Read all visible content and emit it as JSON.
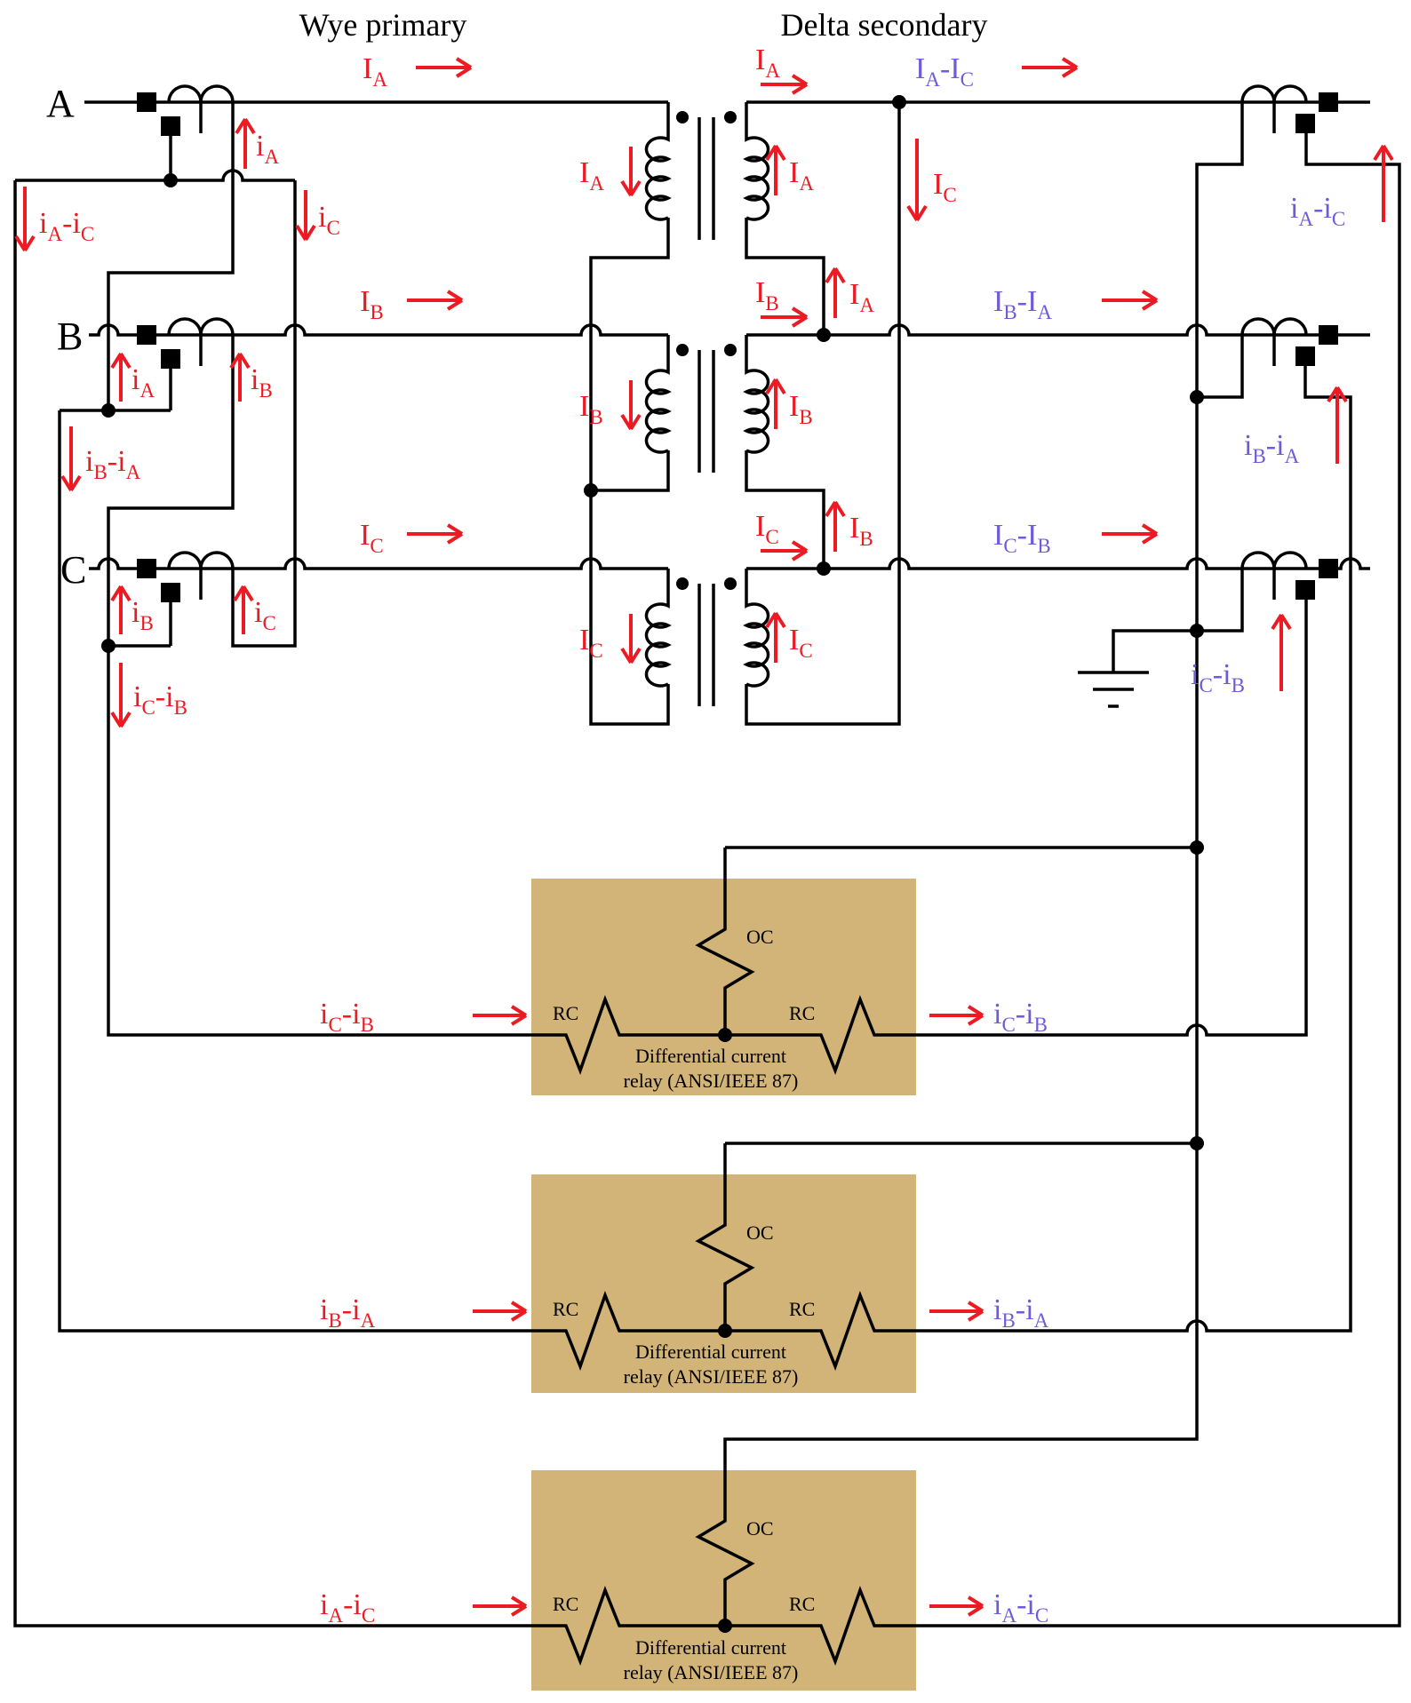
{
  "titles": {
    "wye": "Wye primary",
    "delta": "Delta secondary"
  },
  "phases": {
    "a": "A",
    "b": "B",
    "c": "C"
  },
  "colors": {
    "red": "#EC1B23",
    "purple": "#6D5BD8",
    "ink": "#000000",
    "relay_box": "#D2B478",
    "background": "#FFFFFF"
  },
  "relay": {
    "oc_label": "OC",
    "rc_label": "RC",
    "name_line1": "Differential current",
    "name_line2": "relay (ANSI/IEEE 87)"
  },
  "labels": {
    "ia_line_left": {
      "color": "red",
      "runs": [
        [
          "I",
          0
        ],
        [
          "A",
          1
        ]
      ]
    },
    "ia_line_mid": {
      "color": "red",
      "runs": [
        [
          "I",
          0
        ],
        [
          "A",
          1
        ]
      ]
    },
    "iaic_line_top": {
      "color": "purple",
      "runs": [
        [
          "I",
          0
        ],
        [
          "A",
          1
        ],
        [
          "-",
          0
        ],
        [
          "I",
          0
        ],
        [
          "C",
          1
        ]
      ]
    },
    "ib_line_left": {
      "color": "red",
      "runs": [
        [
          "I",
          0
        ],
        [
          "B",
          1
        ]
      ]
    },
    "ib_line_mid": {
      "color": "red",
      "runs": [
        [
          "I",
          0
        ],
        [
          "B",
          1
        ]
      ]
    },
    "ibia_line_top": {
      "color": "purple",
      "runs": [
        [
          "I",
          0
        ],
        [
          "B",
          1
        ],
        [
          "-",
          0
        ],
        [
          "I",
          0
        ],
        [
          "A",
          1
        ]
      ]
    },
    "ic_line_left": {
      "color": "red",
      "runs": [
        [
          "I",
          0
        ],
        [
          "C",
          1
        ]
      ]
    },
    "ic_line_mid": {
      "color": "red",
      "runs": [
        [
          "I",
          0
        ],
        [
          "C",
          1
        ]
      ]
    },
    "icib_line_top": {
      "color": "purple",
      "runs": [
        [
          "I",
          0
        ],
        [
          "C",
          1
        ],
        [
          "-",
          0
        ],
        [
          "I",
          0
        ],
        [
          "B",
          1
        ]
      ]
    },
    "t1_left_wind": {
      "color": "red",
      "runs": [
        [
          "I",
          0
        ],
        [
          "A",
          1
        ]
      ]
    },
    "t1_right_wind": {
      "color": "red",
      "runs": [
        [
          "I",
          0
        ],
        [
          "A",
          1
        ]
      ]
    },
    "t2_left_wind": {
      "color": "red",
      "runs": [
        [
          "I",
          0
        ],
        [
          "B",
          1
        ]
      ]
    },
    "t2_right_wind": {
      "color": "red",
      "runs": [
        [
          "I",
          0
        ],
        [
          "B",
          1
        ]
      ]
    },
    "t3_left_wind": {
      "color": "red",
      "runs": [
        [
          "I",
          0
        ],
        [
          "C",
          1
        ]
      ]
    },
    "t3_right_wind": {
      "color": "red",
      "runs": [
        [
          "I",
          0
        ],
        [
          "C",
          1
        ]
      ]
    },
    "delta_ia": {
      "color": "red",
      "runs": [
        [
          "I",
          0
        ],
        [
          "A",
          1
        ]
      ]
    },
    "delta_ib": {
      "color": "red",
      "runs": [
        [
          "I",
          0
        ],
        [
          "B",
          1
        ]
      ]
    },
    "delta_ic": {
      "color": "red",
      "runs": [
        [
          "I",
          0
        ],
        [
          "C",
          1
        ]
      ]
    },
    "cta_ia": {
      "color": "red",
      "runs": [
        [
          "i",
          0
        ],
        [
          "A",
          1
        ]
      ]
    },
    "cta_ic": {
      "color": "red",
      "runs": [
        [
          "i",
          0
        ],
        [
          "C",
          1
        ]
      ]
    },
    "cta_iaic": {
      "color": "red",
      "runs": [
        [
          "i",
          0
        ],
        [
          "A",
          1
        ],
        [
          "-",
          0
        ],
        [
          "i",
          0
        ],
        [
          "C",
          1
        ]
      ]
    },
    "ctb_ia": {
      "color": "red",
      "runs": [
        [
          "i",
          0
        ],
        [
          "A",
          1
        ]
      ]
    },
    "ctb_ib": {
      "color": "red",
      "runs": [
        [
          "i",
          0
        ],
        [
          "B",
          1
        ]
      ]
    },
    "ctb_ibia": {
      "color": "red",
      "runs": [
        [
          "i",
          0
        ],
        [
          "B",
          1
        ],
        [
          "-",
          0
        ],
        [
          "i",
          0
        ],
        [
          "A",
          1
        ]
      ]
    },
    "ctc_ib": {
      "color": "red",
      "runs": [
        [
          "i",
          0
        ],
        [
          "B",
          1
        ]
      ]
    },
    "ctc_ic": {
      "color": "red",
      "runs": [
        [
          "i",
          0
        ],
        [
          "C",
          1
        ]
      ]
    },
    "ctc_icib": {
      "color": "red",
      "runs": [
        [
          "i",
          0
        ],
        [
          "C",
          1
        ],
        [
          "-",
          0
        ],
        [
          "i",
          0
        ],
        [
          "B",
          1
        ]
      ]
    },
    "right_iaic": {
      "color": "purple",
      "runs": [
        [
          "i",
          0
        ],
        [
          "A",
          1
        ],
        [
          "-",
          0
        ],
        [
          "i",
          0
        ],
        [
          "C",
          1
        ]
      ]
    },
    "right_ibia": {
      "color": "purple",
      "runs": [
        [
          "i",
          0
        ],
        [
          "B",
          1
        ],
        [
          "-",
          0
        ],
        [
          "i",
          0
        ],
        [
          "A",
          1
        ]
      ]
    },
    "right_icib": {
      "color": "purple",
      "runs": [
        [
          "i",
          0
        ],
        [
          "C",
          1
        ],
        [
          "-",
          0
        ],
        [
          "i",
          0
        ],
        [
          "B",
          1
        ]
      ]
    },
    "r1_in": {
      "color": "red",
      "runs": [
        [
          "i",
          0
        ],
        [
          "C",
          1
        ],
        [
          "-",
          0
        ],
        [
          "i",
          0
        ],
        [
          "B",
          1
        ]
      ]
    },
    "r1_out": {
      "color": "purple",
      "runs": [
        [
          "i",
          0
        ],
        [
          "C",
          1
        ],
        [
          "-",
          0
        ],
        [
          "i",
          0
        ],
        [
          "B",
          1
        ]
      ]
    },
    "r2_in": {
      "color": "red",
      "runs": [
        [
          "i",
          0
        ],
        [
          "B",
          1
        ],
        [
          "-",
          0
        ],
        [
          "i",
          0
        ],
        [
          "A",
          1
        ]
      ]
    },
    "r2_out": {
      "color": "purple",
      "runs": [
        [
          "i",
          0
        ],
        [
          "B",
          1
        ],
        [
          "-",
          0
        ],
        [
          "i",
          0
        ],
        [
          "A",
          1
        ]
      ]
    },
    "r3_in": {
      "color": "red",
      "runs": [
        [
          "i",
          0
        ],
        [
          "A",
          1
        ],
        [
          "-",
          0
        ],
        [
          "i",
          0
        ],
        [
          "C",
          1
        ]
      ]
    },
    "r3_out": {
      "color": "purple",
      "runs": [
        [
          "i",
          0
        ],
        [
          "A",
          1
        ],
        [
          "-",
          0
        ],
        [
          "i",
          0
        ],
        [
          "C",
          1
        ]
      ]
    }
  }
}
